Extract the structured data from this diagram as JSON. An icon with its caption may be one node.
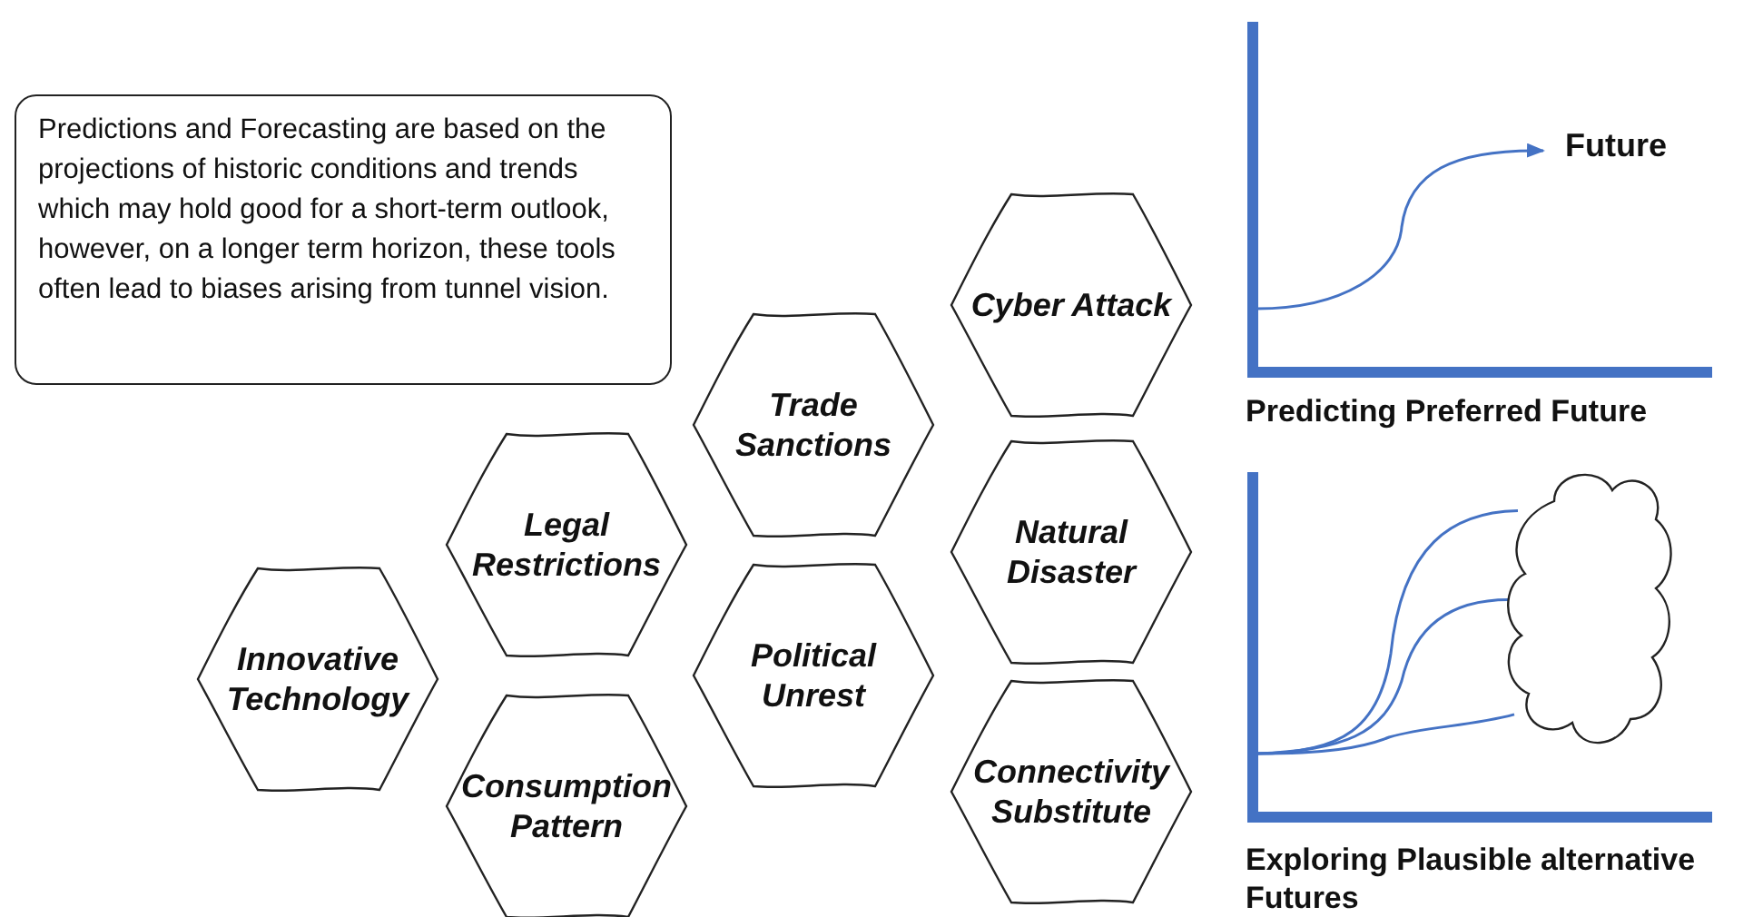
{
  "diagram": {
    "nodes": [
      {
        "text": [
          "Predictions and Forecasting are based on the projections of historic conditions and trends which may hold good for a short-term outlook, however, on a longer term horizon, these tools often lead to biases arising from tunnel vision."
        ]
      },
      {
        "text": [
          "Cyber Attack"
        ]
      },
      {
        "text": [
          "Trade Sanctions"
        ]
      },
      {
        "text": [
          "Legal Restrictions"
        ]
      },
      {
        "text": [
          "Natural Disaster"
        ]
      },
      {
        "text": [
          "Innovative Technology"
        ]
      },
      {
        "text": [
          "Political Unrest"
        ]
      },
      {
        "text": [
          "Consumption Pattern"
        ]
      },
      {
        "text": [
          "Connectivity Substitute"
        ]
      },
      {
        "text": [
          "Future"
        ]
      },
      {
        "text": [],
        "shape": "cloud"
      }
    ],
    "edges": [
      {
        "from": null,
        "to": 9,
        "arrow": "to"
      },
      {
        "from": null,
        "to": 10,
        "arrow": "none"
      },
      {
        "from": null,
        "to": 10,
        "arrow": "none"
      },
      {
        "from": null,
        "to": 10,
        "arrow": "none"
      }
    ],
    "labels": [
      "Predicting Preferred Future",
      "Exploring Plausible alternative Futures"
    ]
  }
}
